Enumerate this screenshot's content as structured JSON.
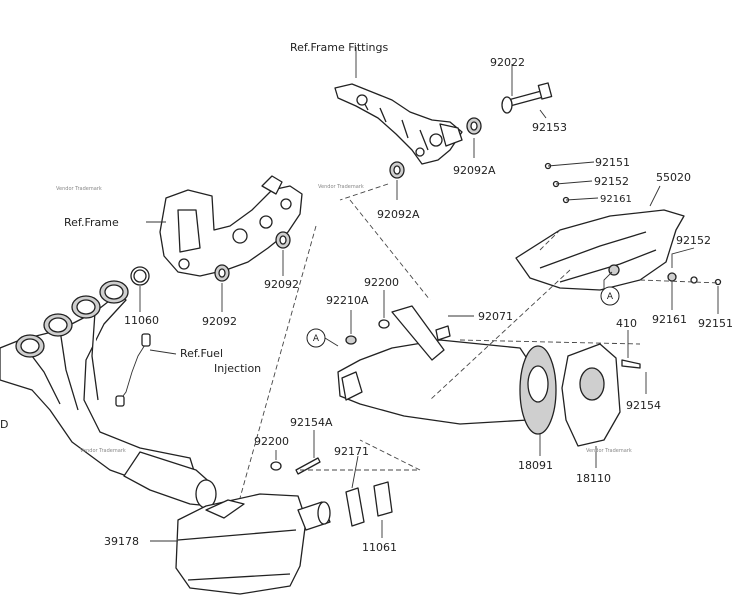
{
  "diagram": {
    "callouts": {
      "ref_frame_fittings": "Ref.Frame Fittings",
      "ref_frame": "Ref.Frame",
      "ref_fuel_injection_1": "Ref.Fuel",
      "ref_fuel_injection_2": "Injection",
      "marker_a": "A"
    },
    "part_numbers": {
      "p92022": "92022",
      "p92153": "92153",
      "p92092a_top": "92092A",
      "p92092a_mid": "92092A",
      "p92151_top": "92151",
      "p92152_top": "92152",
      "p92161_top": "92161",
      "p55020": "55020",
      "p92152_right": "92152",
      "p92161_right": "92161",
      "p92151_right": "92151",
      "p92092_right": "92092",
      "p92092_left": "92092",
      "p11060": "11060",
      "p92200_top": "92200",
      "p92210a": "92210A",
      "p92071": "92071",
      "p410": "410",
      "p92154": "92154",
      "p92154a": "92154A",
      "p92200_low": "92200",
      "p92171": "92171",
      "p18091": "18091",
      "p18110": "18110",
      "p39178": "39178",
      "p11061": "11061",
      "edge_d": "D"
    },
    "watermark": "Vendor Trademark"
  }
}
